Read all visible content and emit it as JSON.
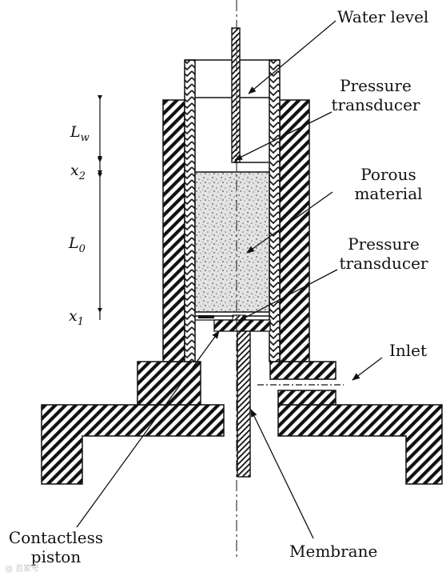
{
  "labels": {
    "water_level": "Water level",
    "pressure_transducer_top_1": "Pressure",
    "pressure_transducer_top_2": "transducer",
    "porous_material_1": "Porous",
    "porous_material_2": "material",
    "pressure_transducer_bottom_1": "Pressure",
    "pressure_transducer_bottom_2": "transducer",
    "inlet": "Inlet",
    "contactless_piston_1": "Contactless",
    "contactless_piston_2": "piston",
    "membrane": "Membrane"
  },
  "dimensions": {
    "lw": {
      "symbol": "L",
      "sub": "w"
    },
    "x2": {
      "symbol": "x",
      "sub": "2"
    },
    "l0": {
      "symbol": "L",
      "sub": "0"
    },
    "x1": {
      "symbol": "x",
      "sub": "1"
    }
  },
  "watermark": "@ 百家号"
}
